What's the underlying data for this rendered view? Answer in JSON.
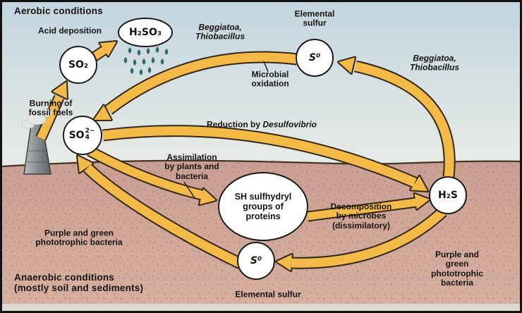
{
  "regions": {
    "aerobic": "Aerobic conditions",
    "anaerobic": "Anaerobic conditions\n(mostly soil and sediments)"
  },
  "nodes": {
    "so2": "SO₂",
    "h2so3": "H₂SO₃",
    "so4": {
      "base": "SO",
      "sup": "2−",
      "sub": "4"
    },
    "s0_top": "S⁰",
    "s0_bottom": "S⁰",
    "h2s": "H₂S",
    "sh_proteins": "SH sulfhydryl\ngroups of\nproteins"
  },
  "labels": {
    "acid_deposition": "Acid deposition",
    "burning_fossil_fuels": "Burning of\nfossil fuels",
    "beggiatoa_top": "Beggiatoa,\nThiobacillus",
    "beggiatoa_right": "Beggiatoa,\nThiobacillus",
    "elemental_sulfur_top": "Elemental\nsulfur",
    "elemental_sulfur_bottom": "Elemental sulfur",
    "microbial_oxidation": "Microbial\noxidation",
    "reduction_by": "Reduction by ",
    "desulfovibrio": "Desulfovibrio",
    "assimilation": "Assimilation\nby plants and\nbacteria",
    "decomposition": "Decomposition\nby microbes\n(dissimilatory)",
    "purple_green_left": "Purple and green\nphototrophic bacteria",
    "purple_green_right": "Purple and green\nphototrophic bacteria"
  },
  "colors": {
    "arrow_fill": "#f3ba47",
    "arrow_outline": "#33281a",
    "sky_top": "#c3d5e0",
    "sky_bottom": "#e9ece7",
    "soil_top": "#c89f92",
    "soil_bottom": "#d7af9f",
    "soil_dots": "#9d7365",
    "node_fill": "#ffffff",
    "rain_drop": "#2c6f75"
  }
}
